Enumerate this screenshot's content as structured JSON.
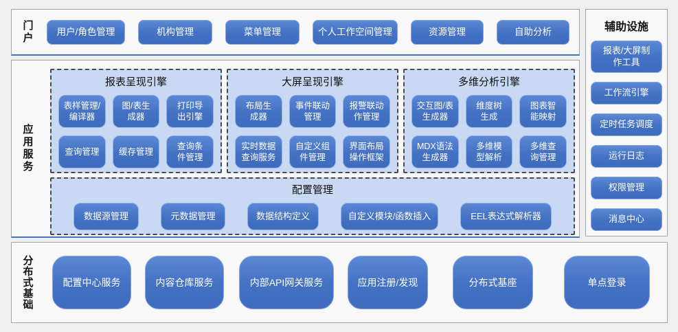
{
  "colors": {
    "accent_blue": "#4472c4",
    "panel_blue": "#c9d9f4",
    "section_border": "#a3a3a3",
    "button_text": "#ffffff"
  },
  "portal": {
    "label": "门户",
    "items": [
      "用户/角色管理",
      "机构管理",
      "菜单管理",
      "个人工作空间管理",
      "资源管理",
      "自助分析"
    ]
  },
  "app_services": {
    "label": "应用服务",
    "engines": [
      {
        "title": "报表呈现引擎",
        "items": [
          "表样管理/\n编译器",
          "图/表生\n成器",
          "打印导\n出引擎",
          "查询管理",
          "缓存管理",
          "查询条\n件管理"
        ]
      },
      {
        "title": "大屏呈现引擎",
        "items": [
          "布局生\n成器",
          "事件联动\n管理",
          "报警联动\n作管理",
          "实时数据\n查询服务",
          "自定义组\n件管理",
          "界面布局\n操作框架"
        ]
      },
      {
        "title": "多维分析引擎",
        "items": [
          "交互图/表\n生成器",
          "维度树\n生成",
          "图表智\n能映射",
          "MDX语法\n生成器",
          "多维模\n型解析",
          "多维查\n询管理"
        ]
      }
    ],
    "config": {
      "title": "配置管理",
      "items": [
        "数据源管理",
        "元数据管理",
        "数据结构定义",
        "自定义模块/函数插入",
        "EEL表达式解析器"
      ]
    }
  },
  "auxiliary": {
    "title": "辅助设施",
    "items": [
      "报表/大屏制\n作工具",
      "工作流引擎",
      "定时任务调度",
      "运行日志",
      "权限管理",
      "消息中心"
    ]
  },
  "distributed": {
    "label": "分布式基础",
    "items": [
      "配置中心服务",
      "内容仓库服务",
      "内部API网关服务",
      "应用注册/发现",
      "分布式基座",
      "单点登录"
    ]
  }
}
